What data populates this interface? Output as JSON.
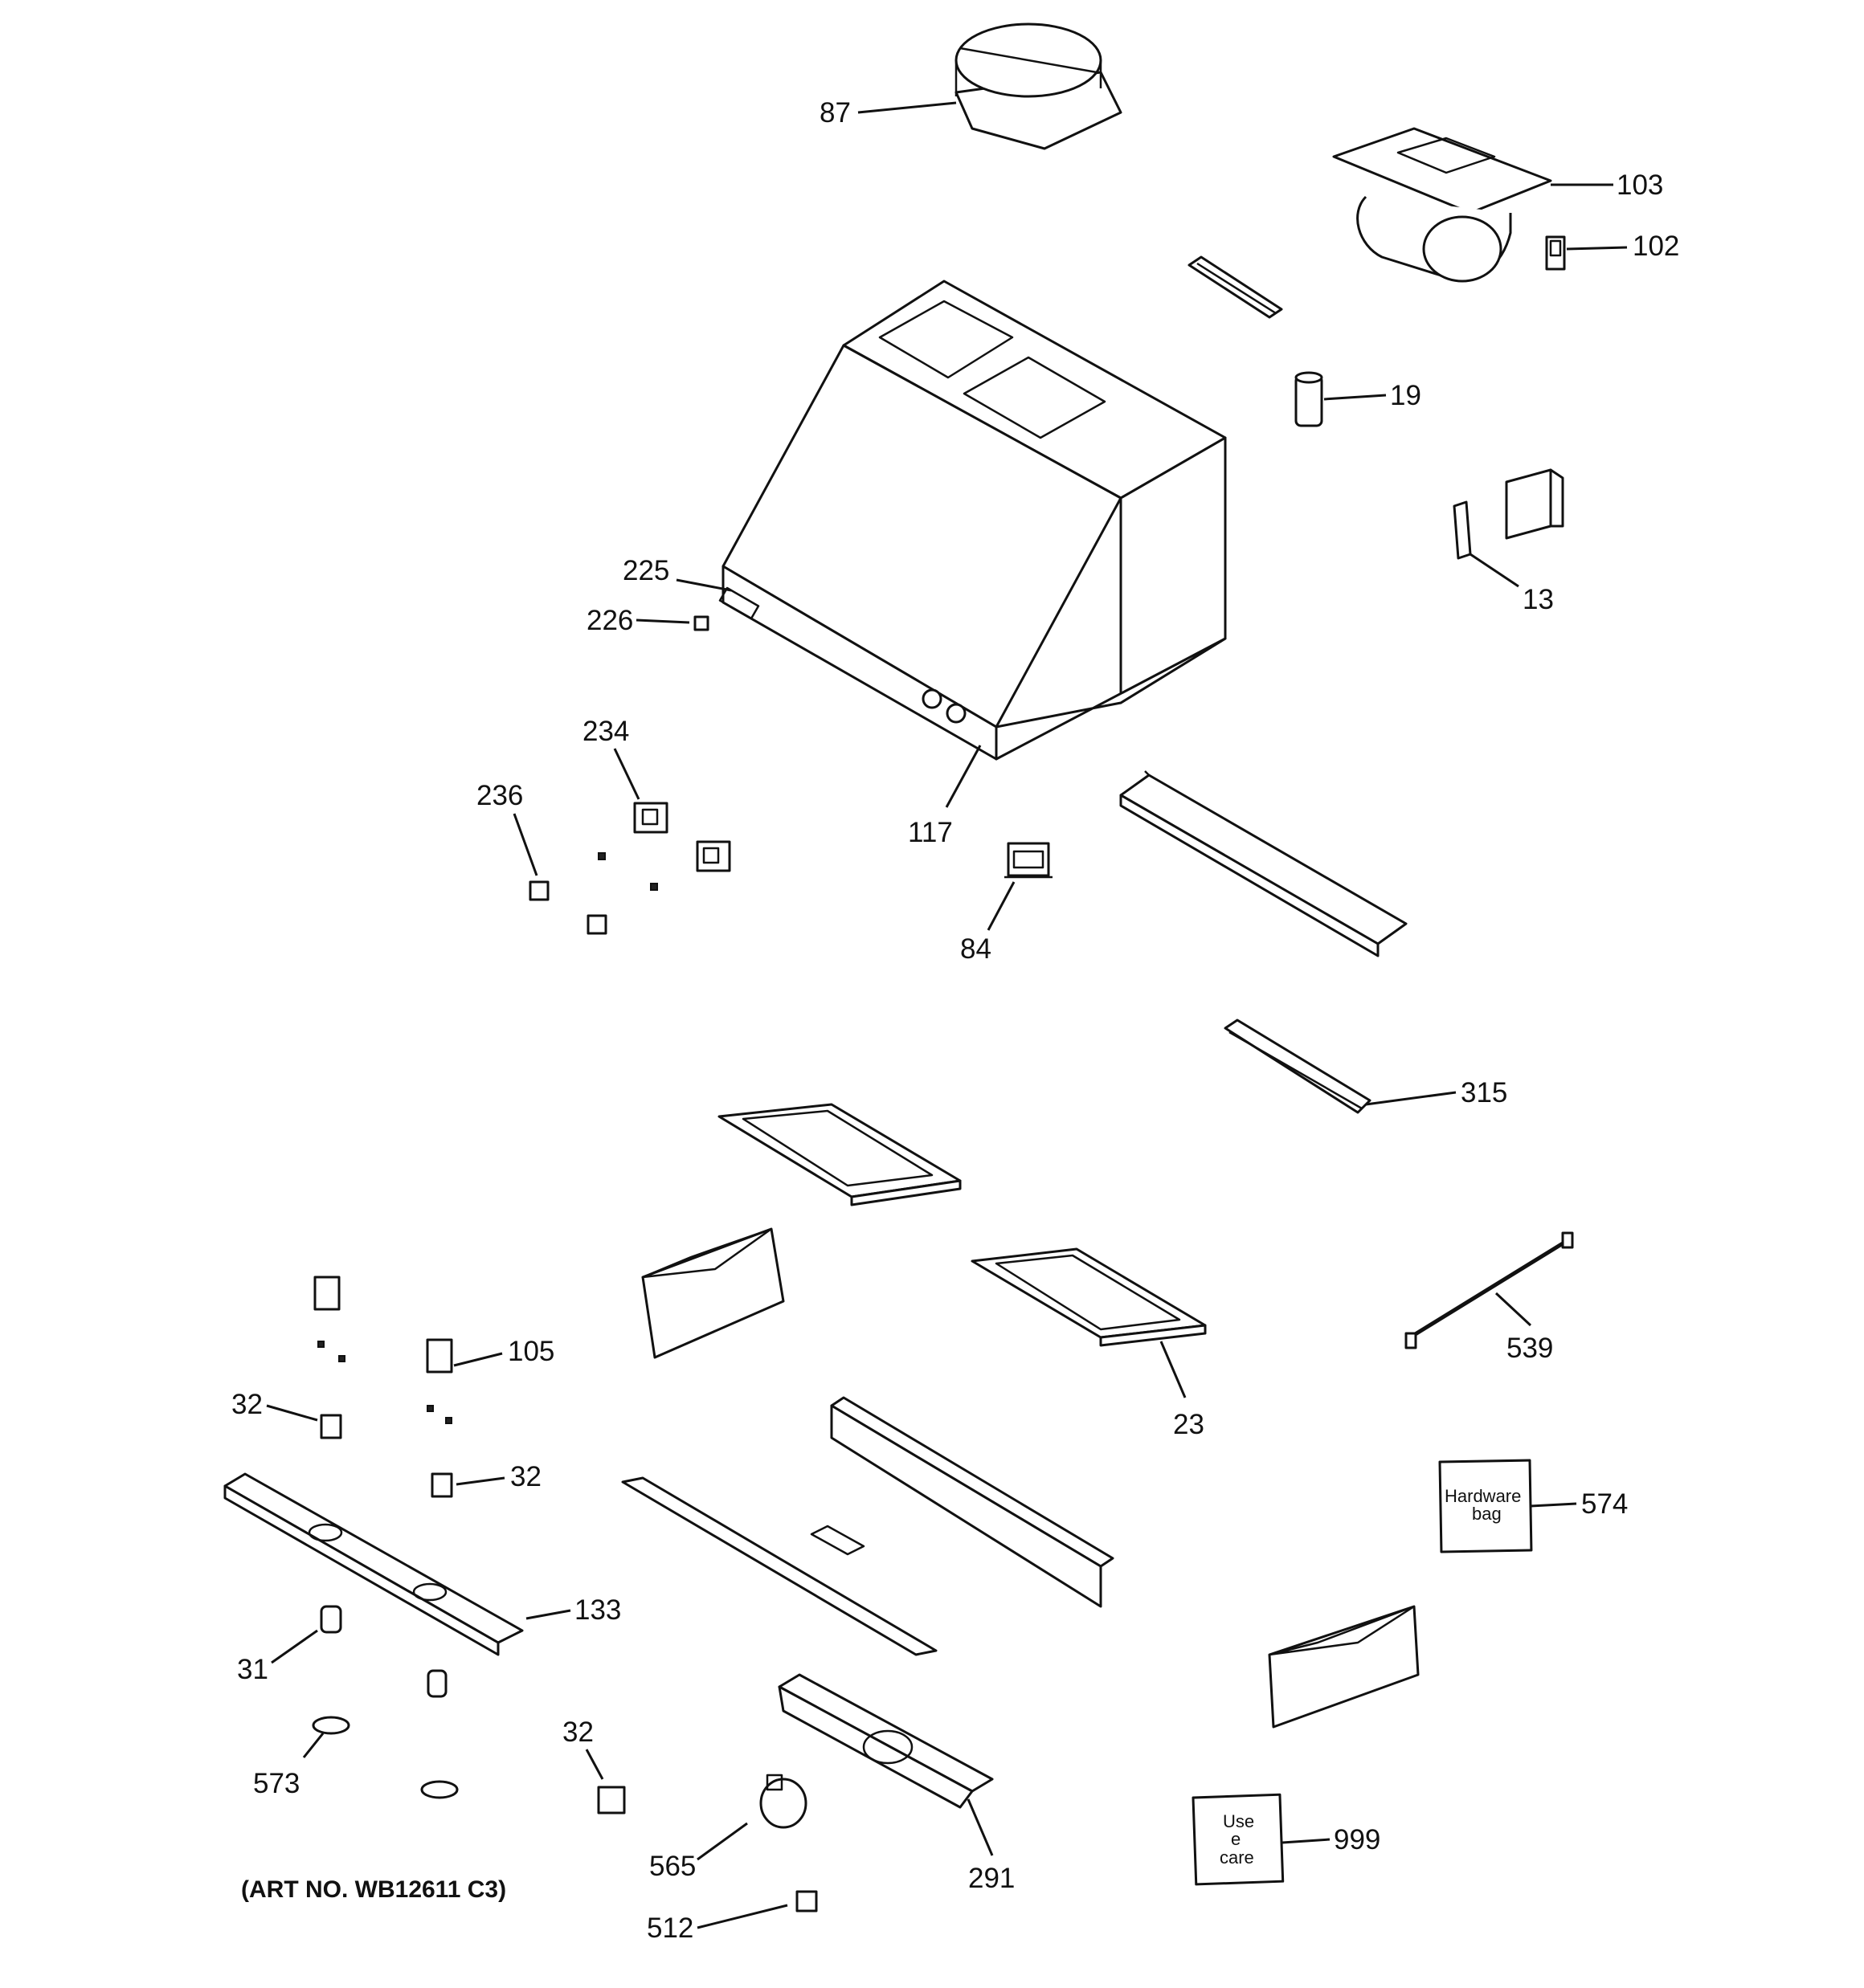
{
  "diagram": {
    "art_number": "(ART NO. WB12611 C3)",
    "callouts": {
      "c87": "87",
      "c103": "103",
      "c102": "102",
      "c19": "19",
      "c13": "13",
      "c225": "225",
      "c226": "226",
      "c234": "234",
      "c236": "236",
      "c117": "117",
      "c84": "84",
      "c315": "315",
      "c539": "539",
      "c23": "23",
      "c105": "105",
      "c32a": "32",
      "c32b": "32",
      "c32c": "32",
      "c133": "133",
      "c31": "31",
      "c573": "573",
      "c565": "565",
      "c512": "512",
      "c291": "291",
      "c574": "574",
      "c999": "999"
    },
    "hardware_bag": {
      "line1": "Hardware",
      "line2": "bag"
    },
    "use_care": {
      "line1": "Use",
      "line2": "e",
      "line3": "care"
    }
  }
}
